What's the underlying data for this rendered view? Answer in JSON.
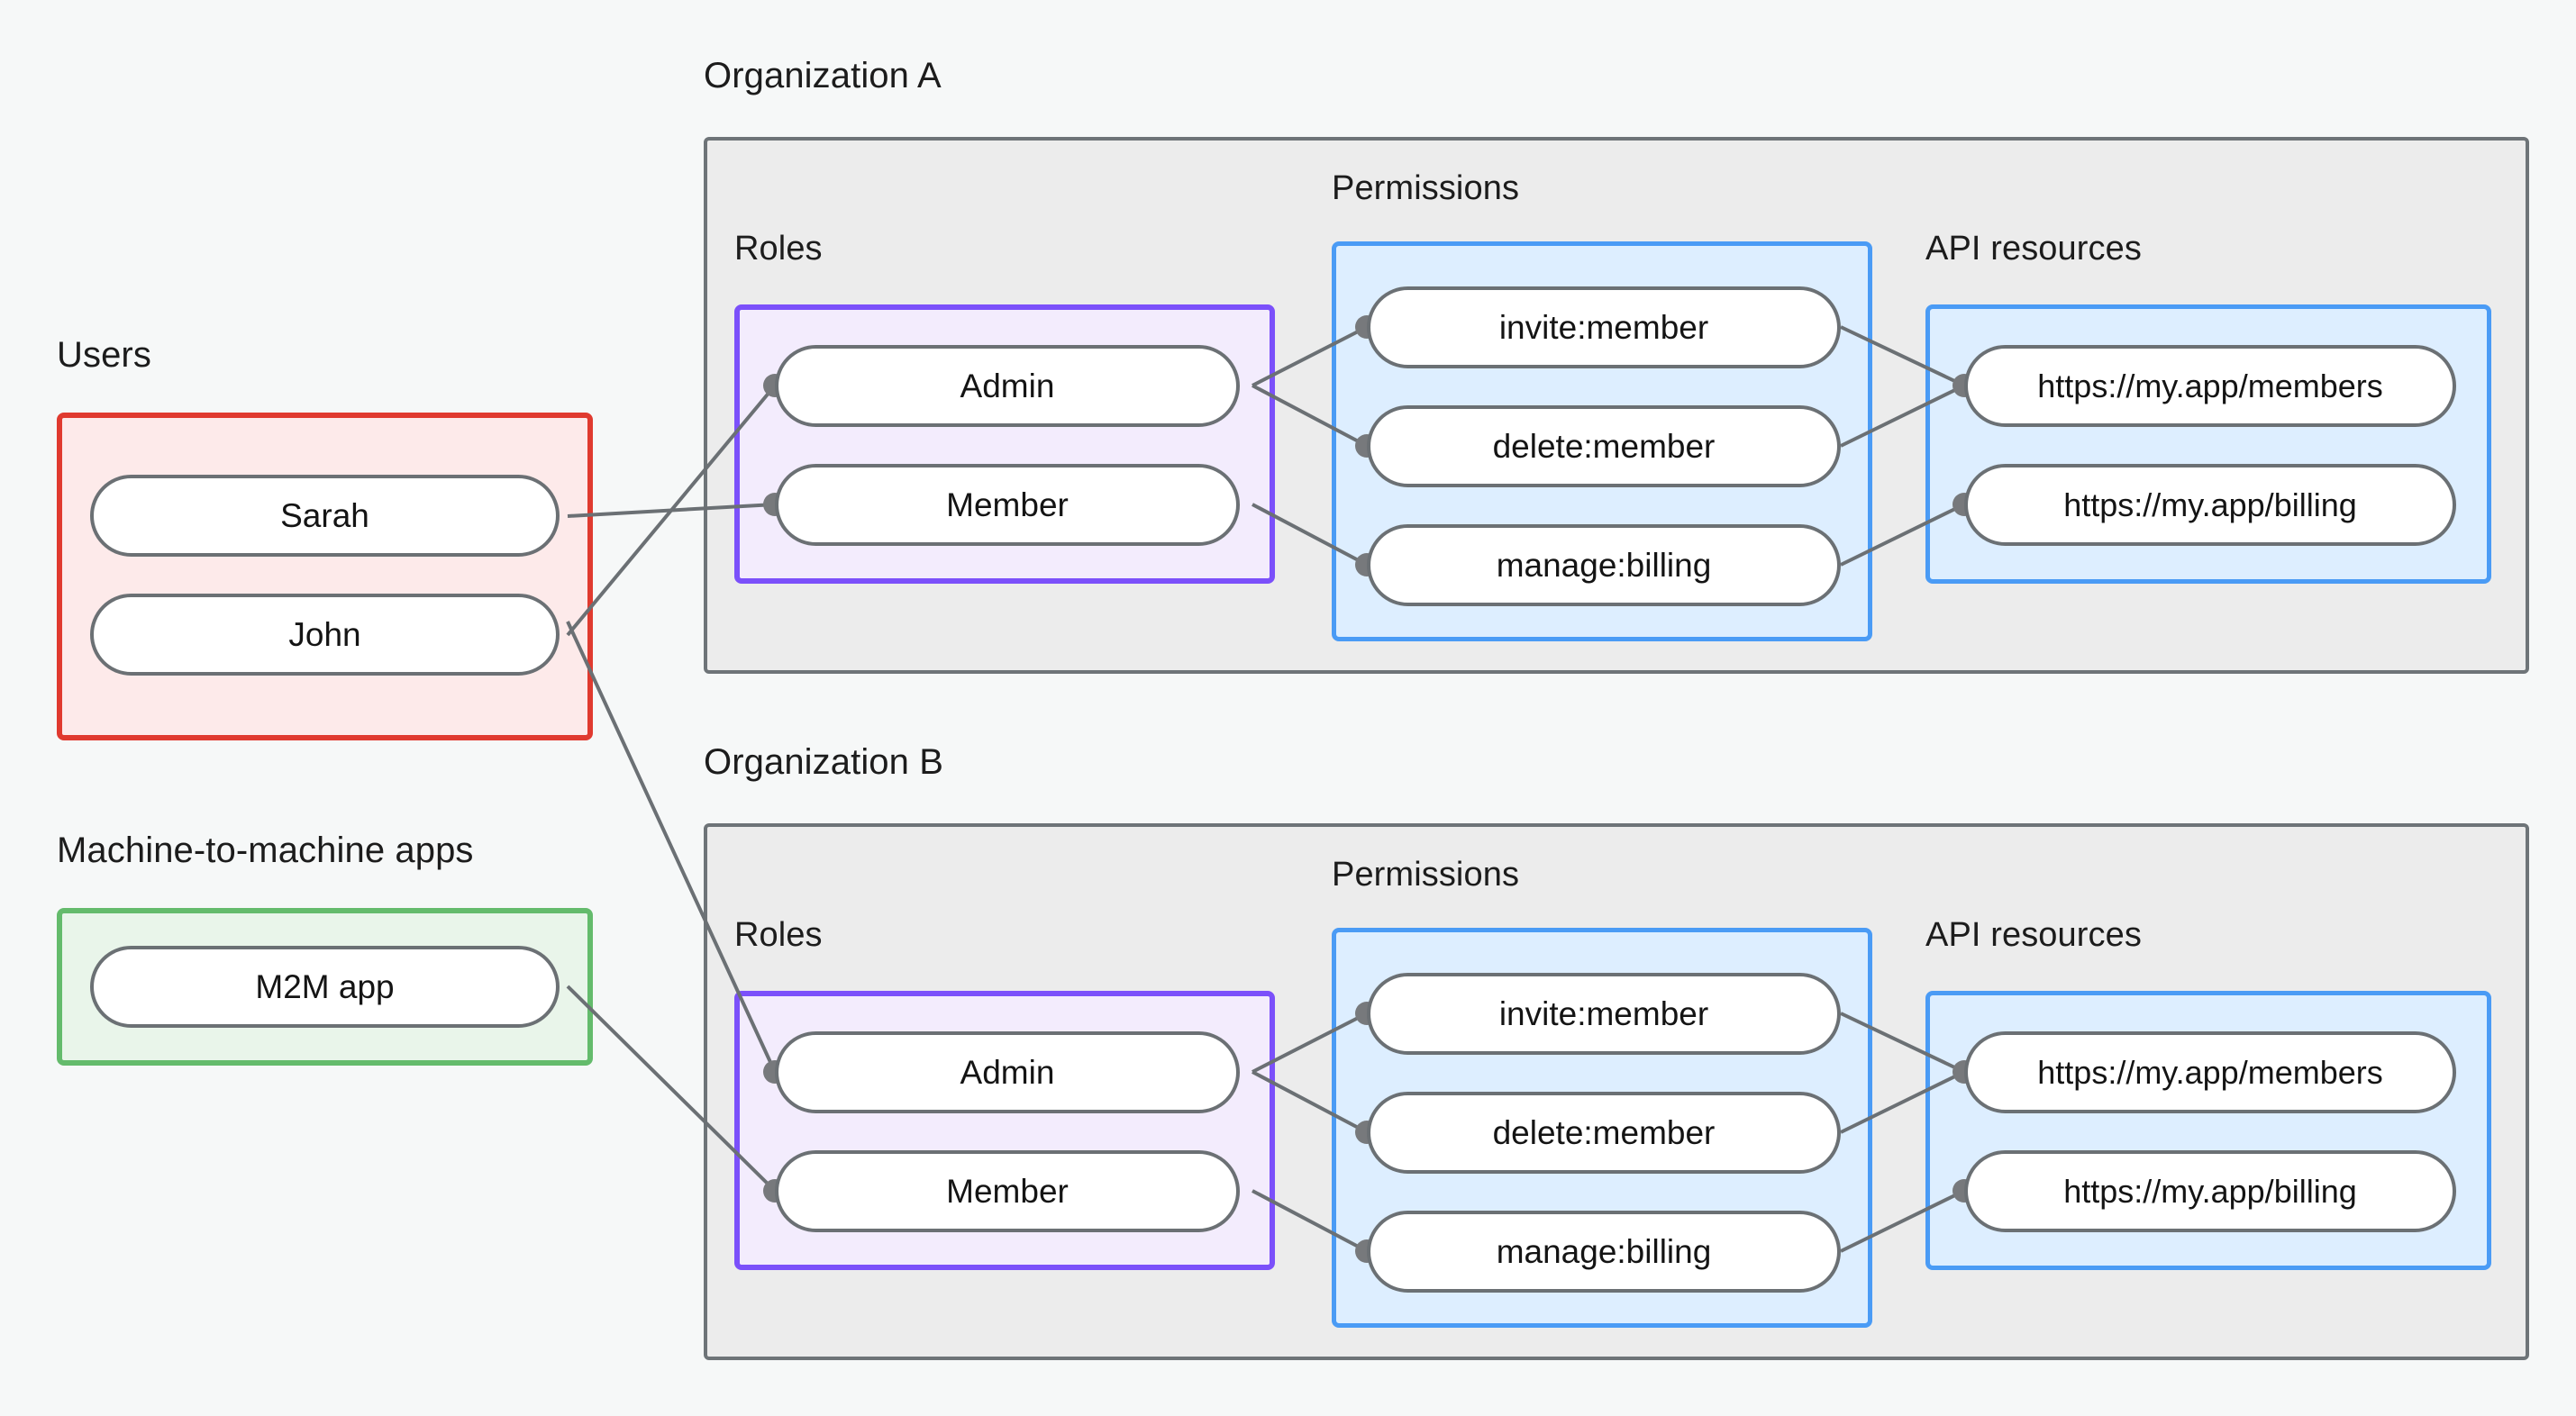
{
  "diagram": {
    "title_hidden": "",
    "colors": {
      "background": "#f6f8f8",
      "org_fill": "#ececec",
      "org_border": "#6e7478",
      "users_fill": "#fdeaea",
      "users_border": "#e03a2f",
      "m2m_fill": "#e9f5ea",
      "m2m_border": "#64bb6c",
      "roles_fill": "#f3ecfd",
      "roles_border": "#7b50fa",
      "blue_fill": "#ddeeff",
      "blue_border": "#4a9bf5",
      "node_fill": "#ffffff",
      "node_border": "#6b7074",
      "edge": "#6b7074"
    },
    "labels": {
      "users": "Users",
      "m2m_apps": "Machine-to-machine apps",
      "org_a": "Organization A",
      "org_b": "Organization B",
      "roles_a": "Roles",
      "roles_b": "Roles",
      "permissions_a": "Permissions",
      "permissions_b": "Permissions",
      "api_resources_a": "API resources",
      "api_resources_b": "API resources"
    },
    "users": [
      {
        "id": "sarah",
        "label": "Sarah"
      },
      {
        "id": "john",
        "label": "John"
      }
    ],
    "m2m": [
      {
        "id": "m2m-app",
        "label": "M2M app"
      }
    ],
    "org_a": {
      "roles": [
        {
          "id": "a-admin",
          "label": "Admin"
        },
        {
          "id": "a-member",
          "label": "Member"
        }
      ],
      "permissions": [
        {
          "id": "a-invite",
          "label": "invite:member"
        },
        {
          "id": "a-delete",
          "label": "delete:member"
        },
        {
          "id": "a-billing",
          "label": "manage:billing"
        }
      ],
      "api_resources": [
        {
          "id": "a-res-members",
          "label": "https://my.app/members"
        },
        {
          "id": "a-res-billing",
          "label": "https://my.app/billing"
        }
      ]
    },
    "org_b": {
      "roles": [
        {
          "id": "b-admin",
          "label": "Admin"
        },
        {
          "id": "b-member",
          "label": "Member"
        }
      ],
      "permissions": [
        {
          "id": "b-invite",
          "label": "invite:member"
        },
        {
          "id": "b-delete",
          "label": "delete:member"
        },
        {
          "id": "b-billing",
          "label": "manage:billing"
        }
      ],
      "api_resources": [
        {
          "id": "b-res-members",
          "label": "https://my.app/members"
        },
        {
          "id": "b-res-billing",
          "label": "https://my.app/billing"
        }
      ]
    },
    "connections": [
      {
        "from": "sarah",
        "to": "a-member"
      },
      {
        "from": "john",
        "to": "a-admin"
      },
      {
        "from": "john",
        "to": "b-admin"
      },
      {
        "from": "m2m-app",
        "to": "b-member"
      },
      {
        "from": "a-admin",
        "to": "a-invite"
      },
      {
        "from": "a-admin",
        "to": "a-delete"
      },
      {
        "from": "a-member",
        "to": "a-billing"
      },
      {
        "from": "a-invite",
        "to": "a-res-members"
      },
      {
        "from": "a-delete",
        "to": "a-res-members"
      },
      {
        "from": "a-billing",
        "to": "a-res-billing"
      },
      {
        "from": "b-admin",
        "to": "b-invite"
      },
      {
        "from": "b-admin",
        "to": "b-delete"
      },
      {
        "from": "b-member",
        "to": "b-billing"
      },
      {
        "from": "b-invite",
        "to": "b-res-members"
      },
      {
        "from": "b-delete",
        "to": "b-res-members"
      },
      {
        "from": "b-billing",
        "to": "b-res-billing"
      }
    ]
  }
}
